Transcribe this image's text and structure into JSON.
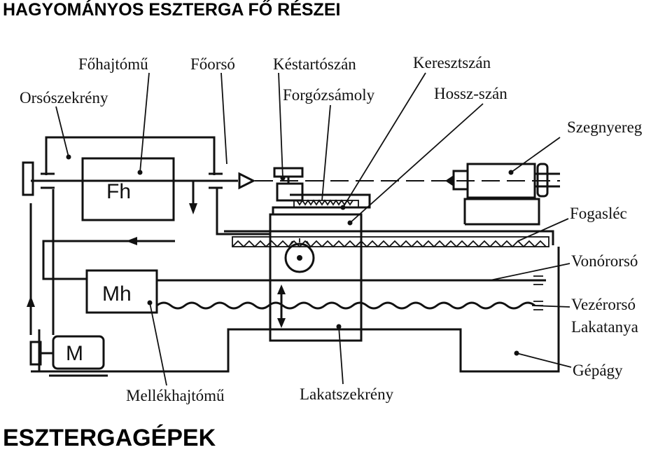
{
  "header": {
    "title": "HAGYOMÁNYOS ESZTERGA FŐ RÉSZEI"
  },
  "footer": {
    "title": "ESZTERGAGÉPEK"
  },
  "diagram": {
    "labels": {
      "fohajtomu": "Főhajtómű",
      "foorso": "Főorsó",
      "orsoszekreny": "Orsószekrény",
      "kestartoszan": "Késtartószán",
      "keresztszan": "Keresztszán",
      "forgozsamoly": "Forgózsámoly",
      "hosszszan": "Hossz-szán",
      "szegnyereg": "Szegnyereg",
      "fogasle": "Fogasléc",
      "vonororso": "Vonórorsó",
      "vezerorso": "Vezérorsó",
      "lakatanya": "Lakatanya",
      "gepagy": "Gépágy",
      "mellekhajtomu": "Mellékhajtómű",
      "lakatszekreny": "Lakatszekrény"
    },
    "blocks": {
      "fh": "Fh",
      "mh": "Mh",
      "m": "M"
    }
  }
}
